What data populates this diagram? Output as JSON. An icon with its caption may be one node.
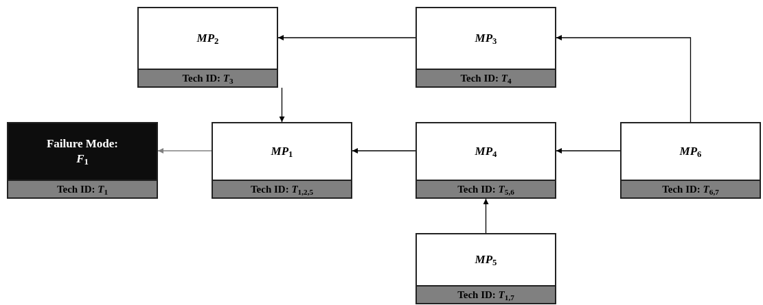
{
  "diagram": {
    "nodes": [
      {
        "text": [
          "*MP*$_{2}$",
          "Tech ID: *T*$_{3}$"
        ]
      },
      {
        "text": [
          "*MP*$_{3}$",
          "Tech ID: *T*$_{4}$"
        ]
      },
      {
        "text": [
          "Failure Mode: *F*$_{1}$",
          "Tech ID: *T*$_{1}$"
        ]
      },
      {
        "text": [
          "*MP*$_{1}$",
          "Tech ID: *T*$_{1,2,5}$"
        ]
      },
      {
        "text": [
          "*MP*$_{4}$",
          "Tech ID: *T*$_{5,6}$"
        ]
      },
      {
        "text": [
          "*MP*$_{6}$",
          "Tech ID: *T*$_{6,7}$"
        ]
      },
      {
        "text": [
          "*MP*$_{5}$",
          "Tech ID: *T*$_{1,7}$"
        ]
      }
    ],
    "edges": [
      {
        "from": 1,
        "to": 0,
        "arrow": "to"
      },
      {
        "from": 5,
        "to": 1,
        "arrow": "to"
      },
      {
        "from": 0,
        "to": 3,
        "arrow": "to"
      },
      {
        "from": 3,
        "to": 2,
        "arrow": "to",
        "color": "#808080"
      },
      {
        "from": 4,
        "to": 3,
        "arrow": "to"
      },
      {
        "from": 5,
        "to": 4,
        "arrow": "to"
      },
      {
        "from": 6,
        "to": 4,
        "arrow": "to"
      }
    ]
  }
}
